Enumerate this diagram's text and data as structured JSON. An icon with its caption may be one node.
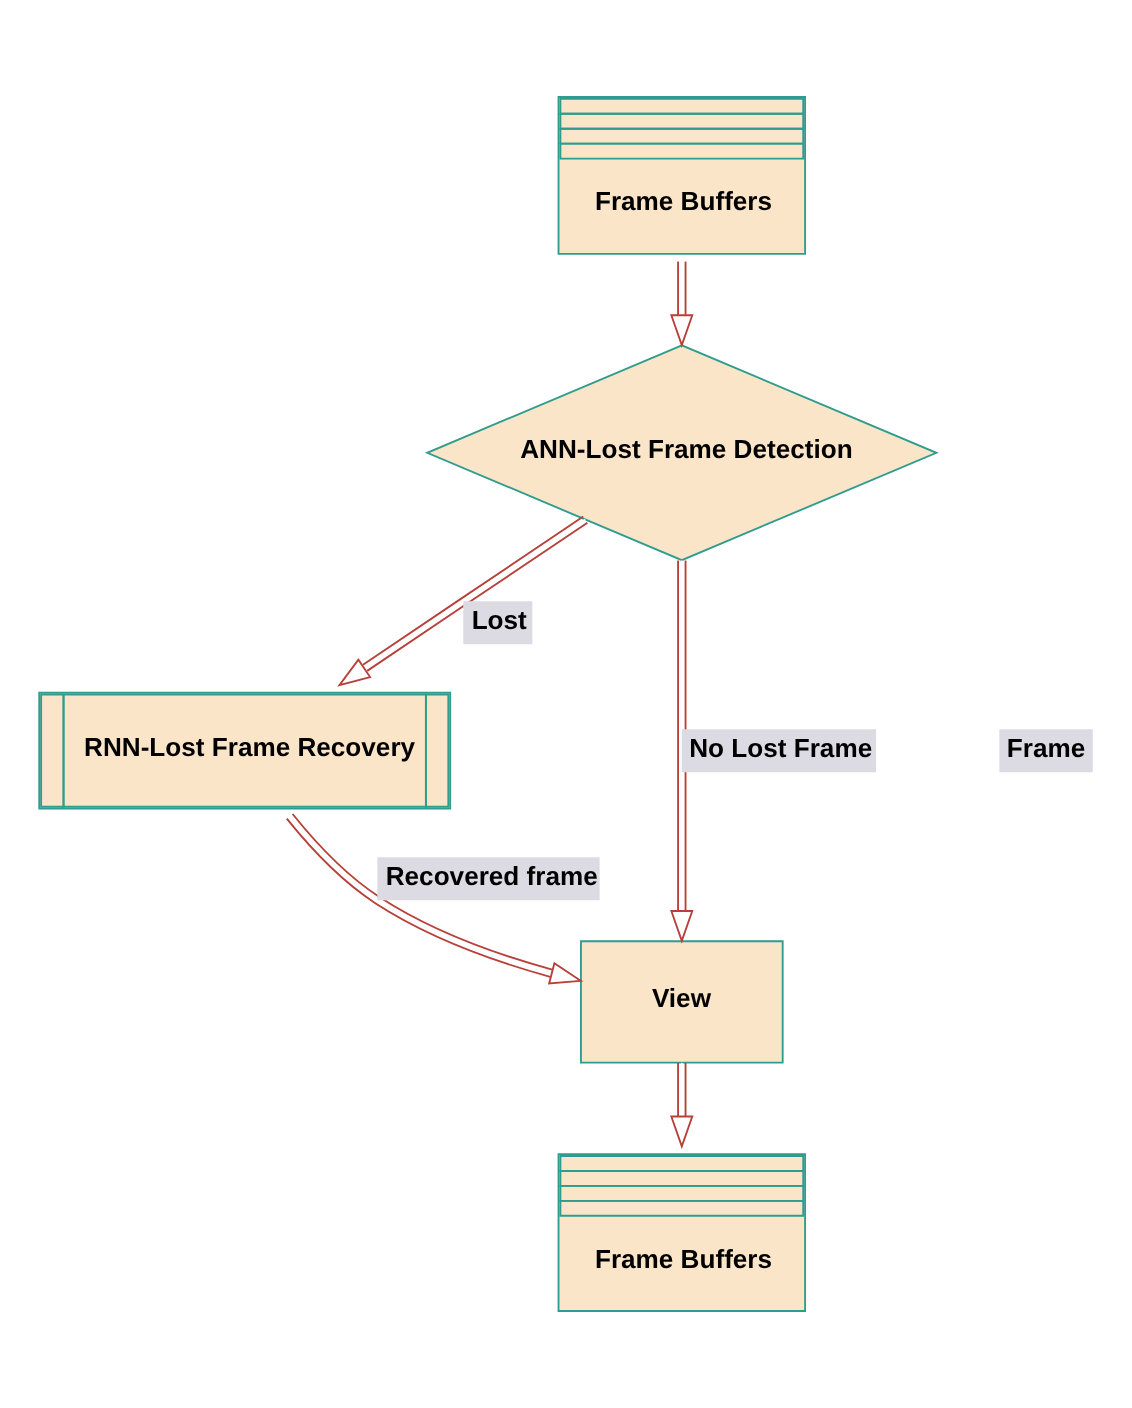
{
  "diagram": {
    "nodes": [
      {
        "text": [
          "Frame Buffers"
        ]
      },
      {
        "text": [
          "ANN-Lost Frame Detection"
        ]
      },
      {
        "text": [
          "RNN-Lost Frame Recovery"
        ]
      },
      {
        "text": [
          "View"
        ]
      },
      {
        "text": [
          "Frame Buffers"
        ]
      }
    ],
    "edges": [
      {
        "from": 0,
        "to": 1,
        "arrow": "to"
      },
      {
        "from": 1,
        "to": 2,
        "arrow": "to",
        "label": "Lost"
      },
      {
        "from": 1,
        "to": 3,
        "arrow": "to",
        "label": "No Lost Frame"
      },
      {
        "from": 2,
        "to": 3,
        "arrow": "to",
        "label": "Recovered frame"
      },
      {
        "from": 3,
        "to": 4,
        "arrow": "to"
      }
    ],
    "labels": [
      "Frame"
    ]
  }
}
